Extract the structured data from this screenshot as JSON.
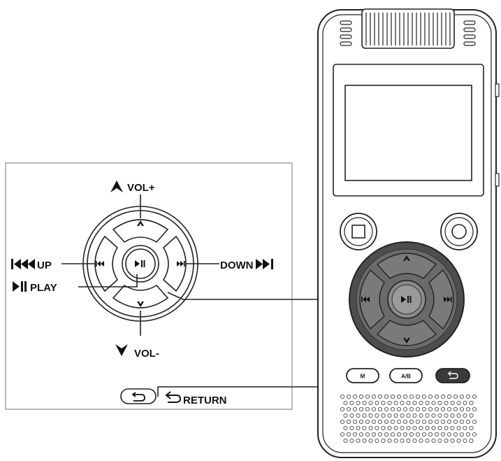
{
  "labels": {
    "vol_up": "VOL+",
    "vol_down": "VOL-",
    "up": "UP",
    "down": "DOWN",
    "play": "PLAY",
    "return": "RETURN"
  },
  "device_buttons": {
    "menu": "M",
    "ab": "A/B"
  },
  "icons": {
    "vol_up": "up-arrow-icon",
    "vol_down": "down-arrow-icon",
    "up": "previous-track-icon",
    "down": "next-track-icon",
    "play": "play-pause-icon",
    "return": "return-icon"
  },
  "colors": {
    "line": "#222222",
    "dpad_dark": "#555555",
    "dpad_light": "#ffffff"
  }
}
